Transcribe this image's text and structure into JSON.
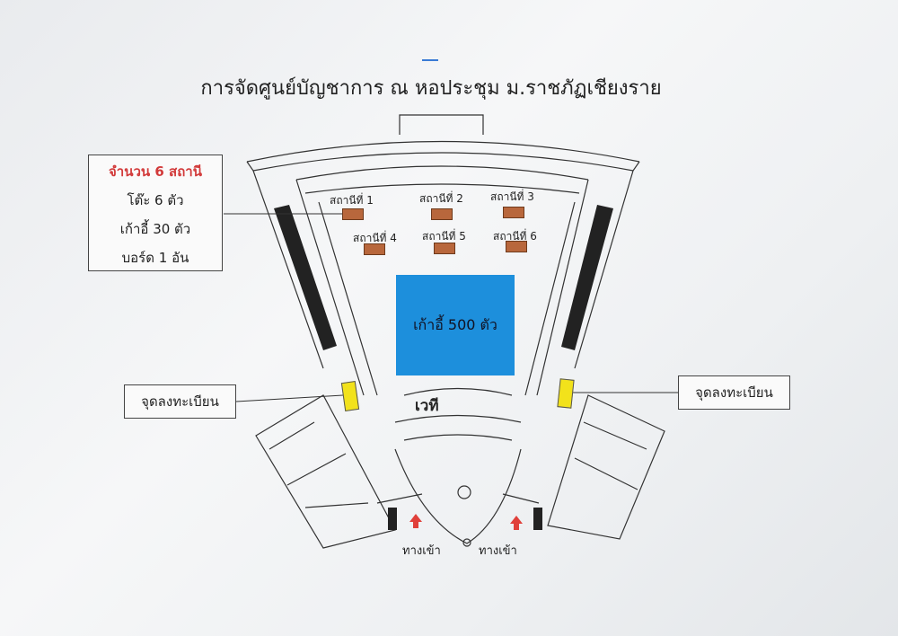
{
  "title": "การจัดศูนย์บัญชาการ ณ หอประชุม ม.ราชภัฏเชียงราย",
  "info_box": {
    "heading": "จำนวน 6 สถานี",
    "tables": "โต๊ะ 6 ตัว",
    "chairs": "เก้าอี้ 30 ตัว",
    "board": "บอร์ด 1 อัน"
  },
  "stations": [
    {
      "label": "สถานีที่ 1"
    },
    {
      "label": "สถานีที่ 2"
    },
    {
      "label": "สถานีที่ 3"
    },
    {
      "label": "สถานีที่ 4"
    },
    {
      "label": "สถานีที่ 5"
    },
    {
      "label": "สถานีที่ 6"
    }
  ],
  "seating_area": "เก้าอี้ 500 ตัว",
  "stage": "เวที",
  "registration_left": "จุดลงทะเบียน",
  "registration_right": "จุดลงทะเบียน",
  "entrance_left": "ทางเข้า",
  "entrance_right": "ทางเข้า",
  "colors": {
    "seating": "#1d8fdc",
    "table": "#b8673c",
    "registration": "#f2e21b",
    "arrow": "#e0403a",
    "heading": "#d23a3a"
  }
}
